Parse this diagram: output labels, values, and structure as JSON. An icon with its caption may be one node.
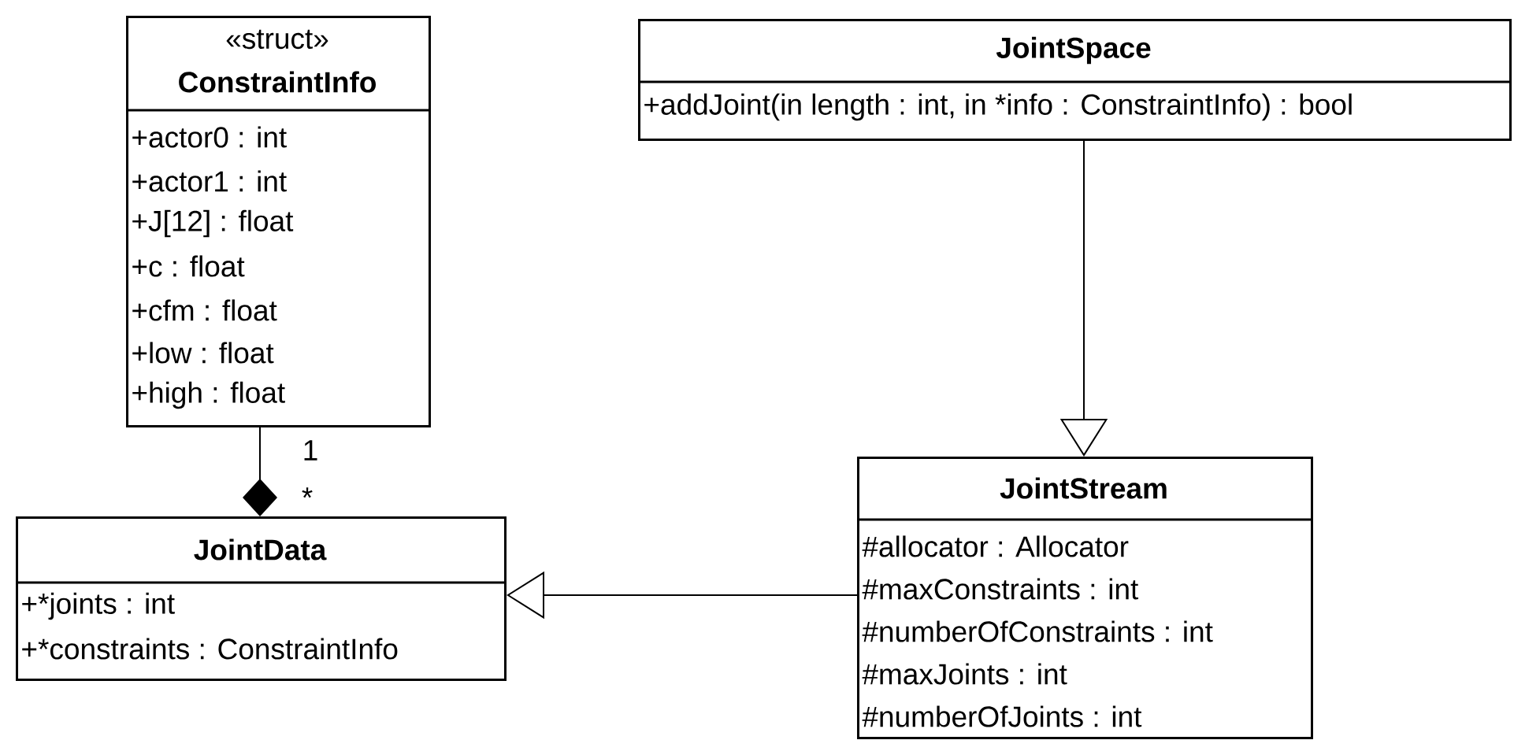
{
  "diagram": {
    "nodes": [
      {
        "text": [
          "«struct»",
          "ConstraintInfo",
          "+actor0 : int",
          "+actor1 : int",
          "+J[12] : float",
          "+c : float",
          "+cfm : float",
          "+low : float",
          "+high : float"
        ]
      },
      {
        "text": [
          "JointData",
          "+*joints : int",
          "+*constraints : ConstraintInfo"
        ]
      },
      {
        "text": [
          "JointSpace",
          "+addJoint(in length : int, in *info : ConstraintInfo) : bool"
        ]
      },
      {
        "text": [
          "JointStream",
          "#allocator : Allocator",
          "#maxConstraints : int",
          "#numberOfConstraints : int",
          "#maxJoints : int",
          "#numberOfJoints : int"
        ]
      }
    ],
    "edges": [
      {
        "from": 0,
        "to": 1,
        "arrow": "other"
      },
      {
        "from": 2,
        "to": 3,
        "arrow": "to"
      },
      {
        "from": 3,
        "to": 1,
        "arrow": "to"
      }
    ],
    "labels": [
      "1",
      "*"
    ]
  }
}
